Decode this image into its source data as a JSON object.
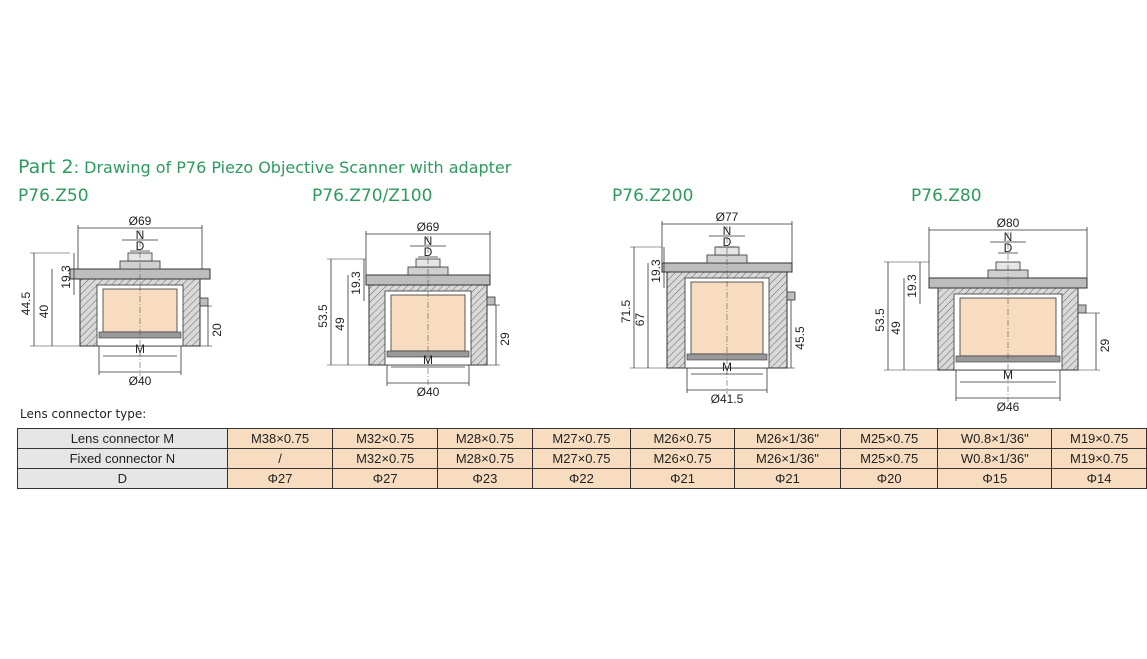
{
  "title": {
    "part": "Part 2",
    "rest": ": Drawing of P76 Piezo Objective Scanner with adapter"
  },
  "models": [
    {
      "name": "P76.Z50",
      "dims": {
        "top_dia": "Ø69",
        "n": "N",
        "d": "D",
        "m": "M",
        "bottom_dia": "Ø40",
        "h_total": "44.5",
        "h_inner": "40",
        "h_top": "19.3",
        "h_side": "20"
      }
    },
    {
      "name": "P76.Z70/Z100",
      "dims": {
        "top_dia": "Ø69",
        "n": "N",
        "d": "D",
        "m": "M",
        "bottom_dia": "Ø40",
        "h_total": "53.5",
        "h_inner": "49",
        "h_top": "19.3",
        "h_side": "29"
      }
    },
    {
      "name": "P76.Z200",
      "dims": {
        "top_dia": "Ø77",
        "n": "N",
        "d": "D",
        "m": "M",
        "bottom_dia": "Ø41.5",
        "h_total": "71.5",
        "h_inner": "67",
        "h_top": "19.3",
        "h_side": "45.5"
      }
    },
    {
      "name": "P76.Z80",
      "dims": {
        "top_dia": "Ø80",
        "n": "N",
        "d": "D",
        "m": "M",
        "bottom_dia": "Ø46",
        "h_total": "53.5",
        "h_inner": "49",
        "h_top": "19.3",
        "h_side": "29"
      }
    }
  ],
  "table": {
    "caption": "Lens connector type:",
    "rows": [
      {
        "label": "Lens connector M",
        "values": [
          "M38×0.75",
          "M32×0.75",
          "M28×0.75",
          "M27×0.75",
          "M26×0.75",
          "M26×1/36\"",
          "M25×0.75",
          "W0.8×1/36\"",
          "M19×0.75"
        ]
      },
      {
        "label": "Fixed connector N",
        "values": [
          "/",
          "M32×0.75",
          "M28×0.75",
          "M27×0.75",
          "M26×0.75",
          "M26×1/36\"",
          "M25×0.75",
          "W0.8×1/36\"",
          "M19×0.75"
        ]
      },
      {
        "label": "D",
        "values": [
          "Φ27",
          "Φ27",
          "Φ23",
          "Φ22",
          "Φ21",
          "Φ21",
          "Φ20",
          "Φ15",
          "Φ14"
        ]
      }
    ]
  },
  "colors": {
    "accent": "#2e9a5e",
    "cell_fill": "#f7dcc0",
    "header_fill": "#e6e6e6"
  }
}
